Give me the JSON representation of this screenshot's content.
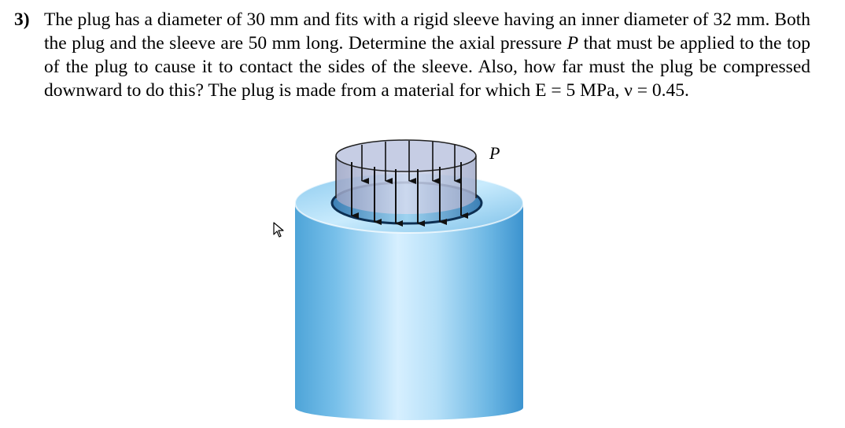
{
  "problem": {
    "number": "3)",
    "text_1": "The plug has a diameter of 30 mm and fits with a rigid sleeve having an inner diameter of 32 mm. Both the plug and the sleeve are 50 mm long. Determine the axial pressure ",
    "symbol_p": "P",
    "text_2": " that must be applied to the top of the plug to cause it to contact the sides of the sleeve. Also, how far must the plug be compressed downward to do this? The plug is made from a material for which E = 5 MPa, ν = 0.45."
  },
  "figure": {
    "load_label": "P",
    "colors": {
      "sleeve_light": "#d6efff",
      "sleeve_mid": "#7cc3ea",
      "sleeve_dark": "#3c93cf",
      "plug_fill": "#c7d0e6",
      "arrow": "#111111"
    },
    "icons": [
      "pointer-cursor-icon",
      "down-arrow-icon"
    ]
  }
}
